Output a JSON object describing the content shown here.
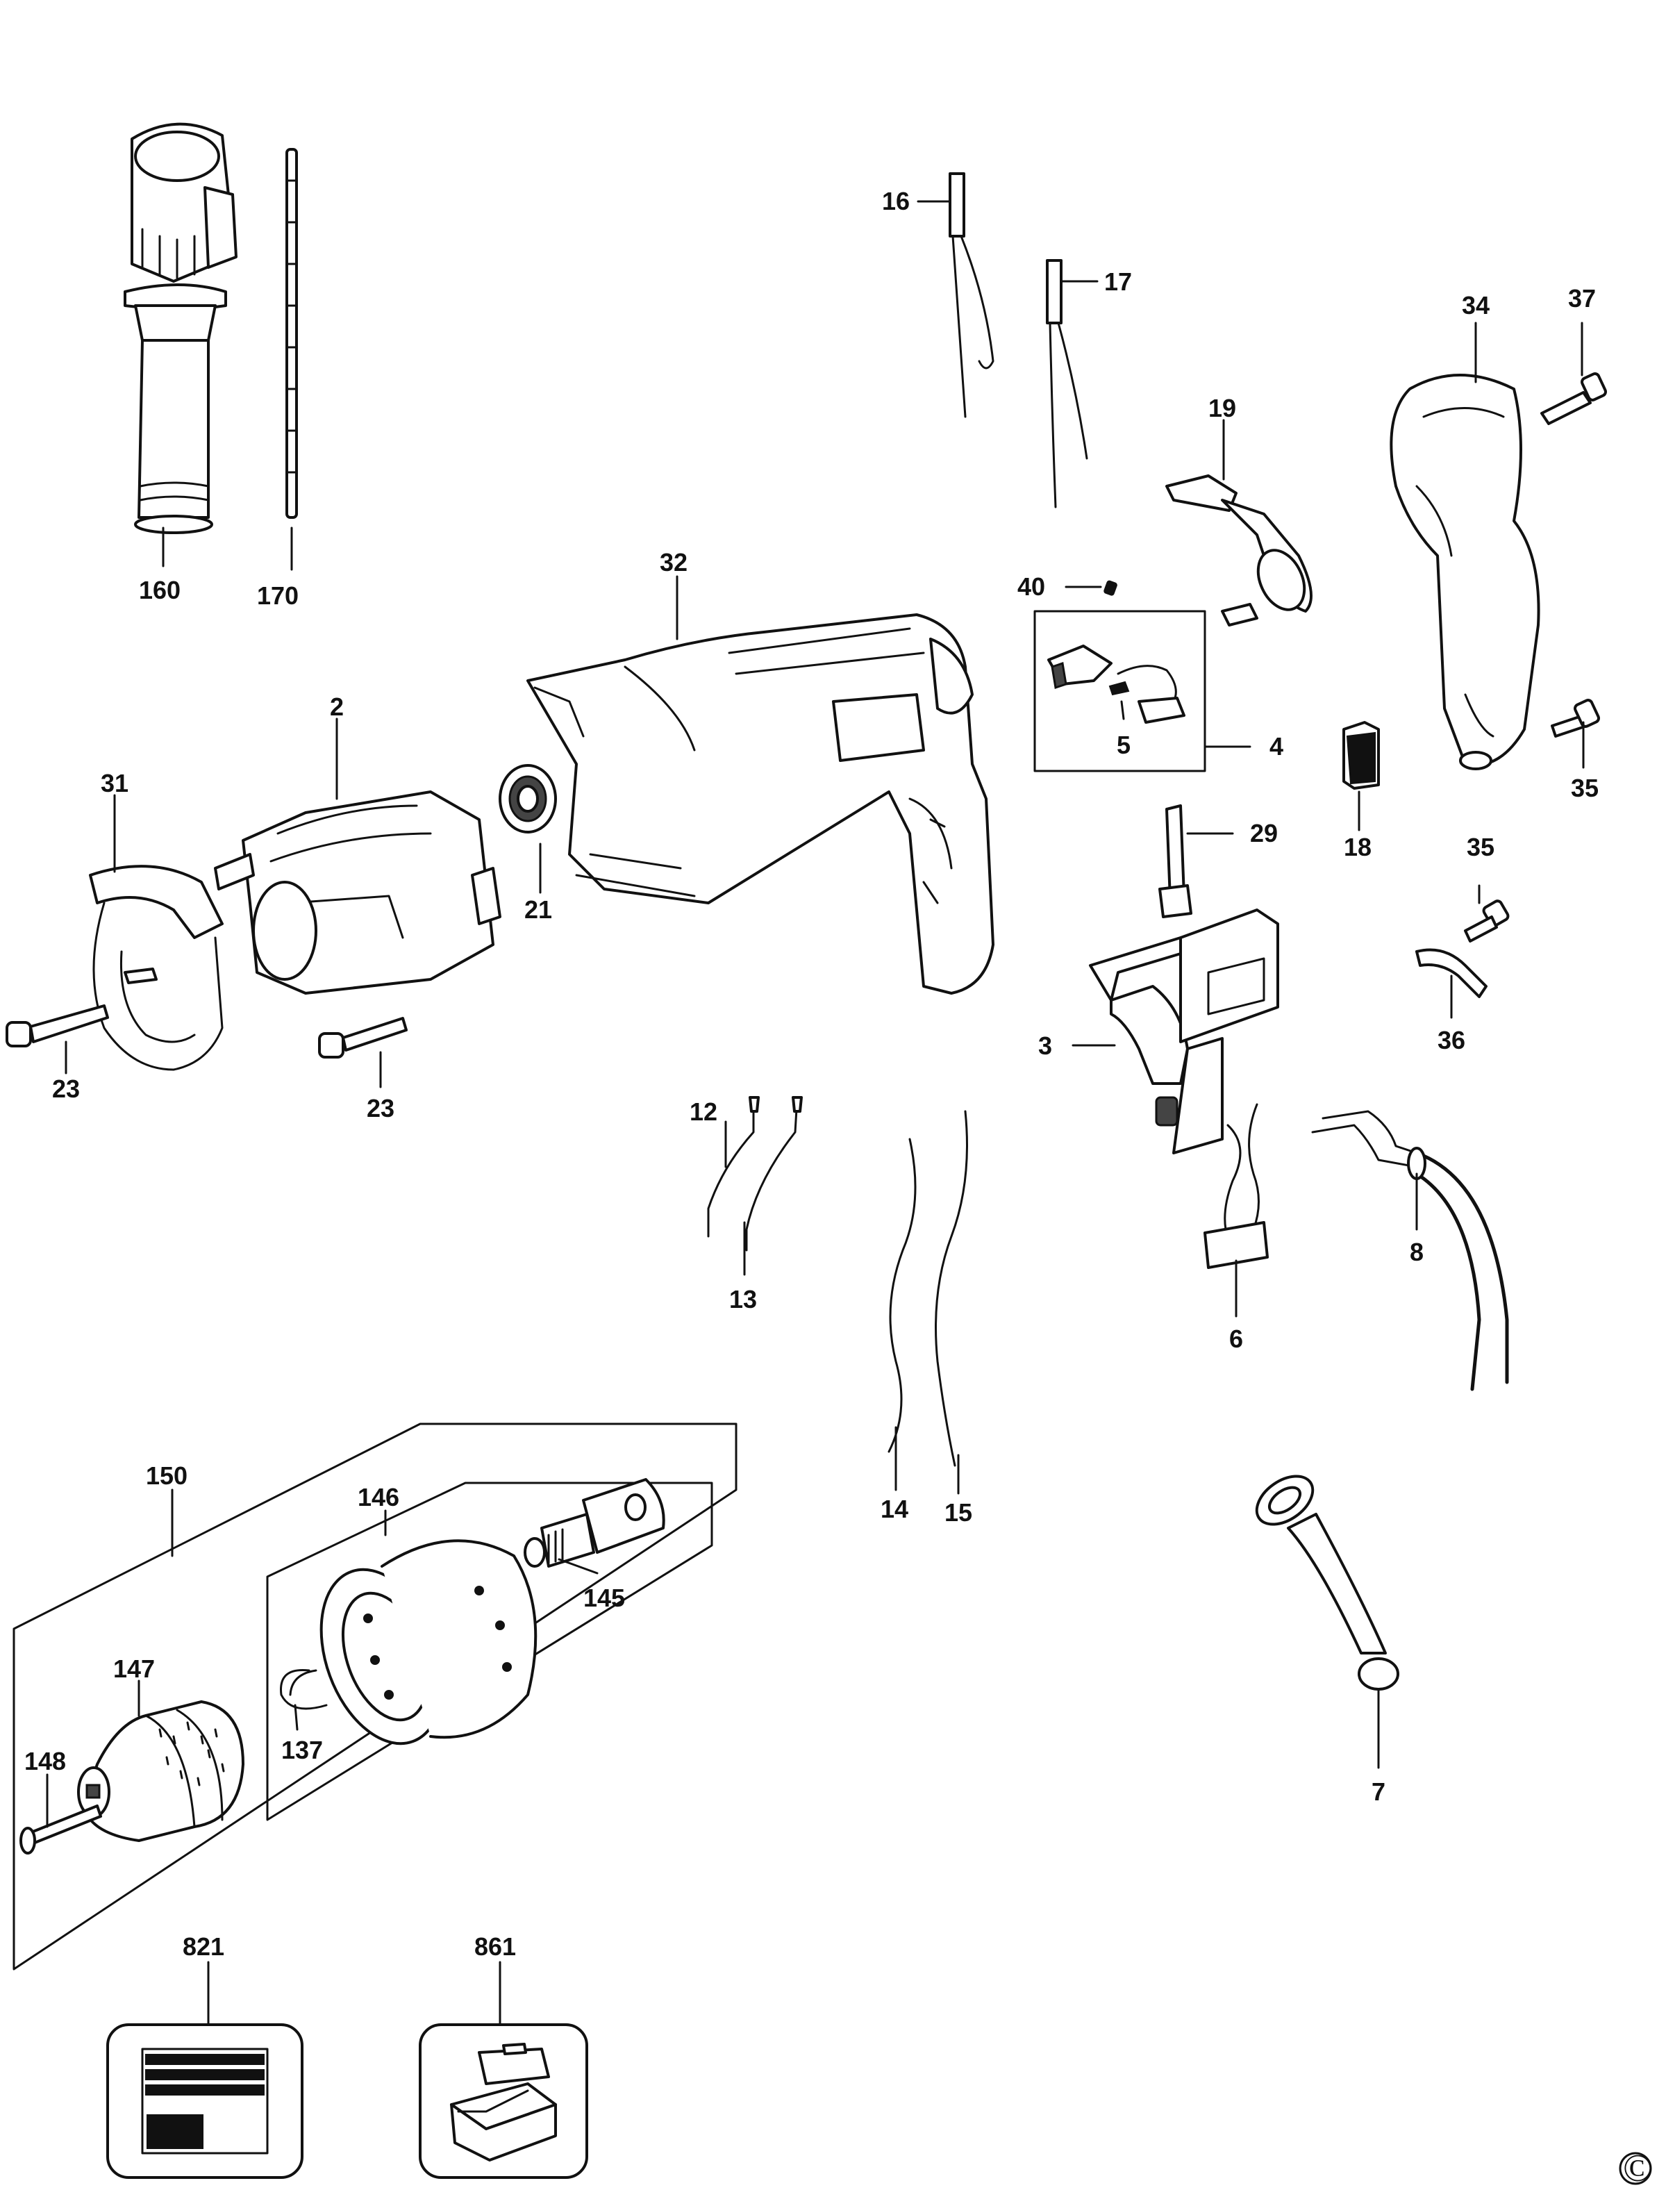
{
  "labels": {
    "p160": "160",
    "p170": "170",
    "p16": "16",
    "p17": "17",
    "p34": "34",
    "p37": "37",
    "p19": "19",
    "p32": "32",
    "p40": "40",
    "p2": "2",
    "p31": "31",
    "p21": "21",
    "p5": "5",
    "p4": "4",
    "p35a": "35",
    "p18": "18",
    "p29": "29",
    "p35b": "35",
    "p36": "36",
    "p3": "3",
    "p23a": "23",
    "p23b": "23",
    "p12": "12",
    "p13": "13",
    "p8": "8",
    "p6": "6",
    "p14": "14",
    "p15": "15",
    "p150": "150",
    "p146": "146",
    "p145": "145",
    "p147": "147",
    "p148": "148",
    "p137": "137",
    "p7": "7",
    "p821": "821",
    "p861": "861"
  },
  "copyright": "©"
}
